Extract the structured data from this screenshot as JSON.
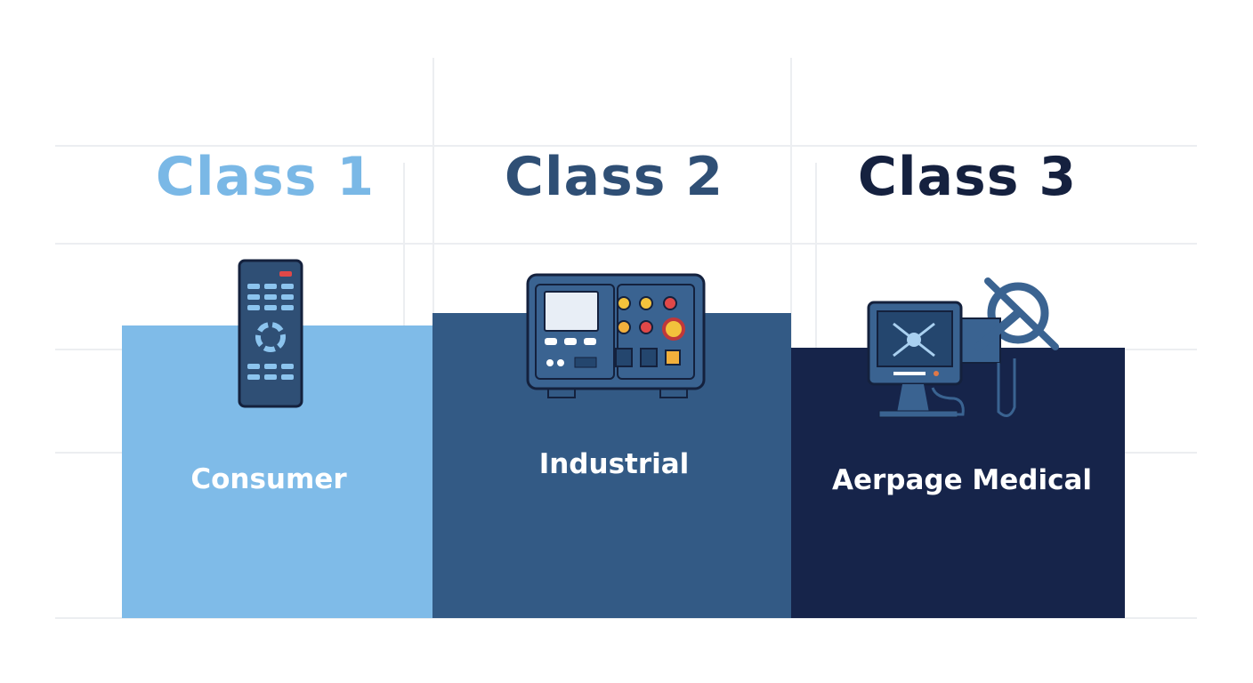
{
  "columns": [
    {
      "heading": "Class 1",
      "label": "Consumer",
      "icon": "remote-control-icon",
      "heading_color": "#7ab8e6",
      "bar_color": "#7fbbe8"
    },
    {
      "heading": "Class 2",
      "label": "Industrial",
      "icon": "control-panel-icon",
      "heading_color": "#2f4f75",
      "bar_color": "#335a85"
    },
    {
      "heading": "Class 3",
      "label": "Aerpage Medical",
      "icon": "medical-device-icon",
      "heading_color": "#15213f",
      "bar_color": "#16244a"
    }
  ]
}
